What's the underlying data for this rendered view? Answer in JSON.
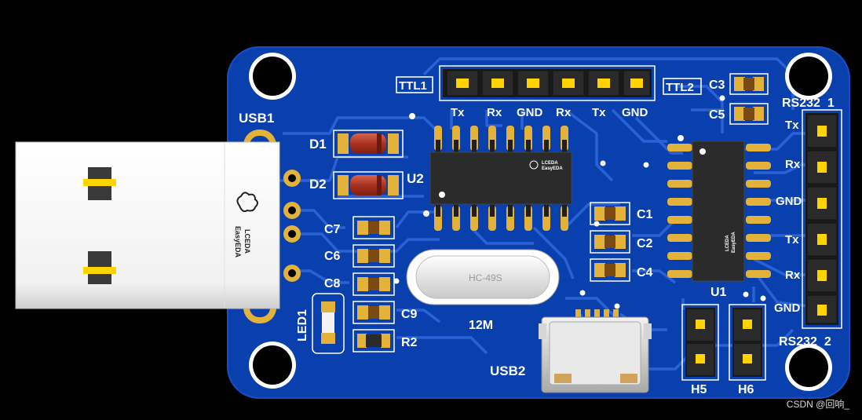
{
  "board": {
    "headers": {
      "ttl1": "TTL1",
      "ttl2": "TTL2",
      "ttl_pins": [
        "Tx",
        "Rx",
        "GND",
        "Rx",
        "Tx",
        "GND"
      ],
      "rs232_1": "RS232  1",
      "rs232_2": "RS232  2",
      "rs232_pins": [
        "Tx",
        "Rx",
        "GND",
        "Tx",
        "Rx",
        "GND"
      ]
    },
    "designators": {
      "usb1": "USB1",
      "usb2": "USB2",
      "d1": "D1",
      "d2": "D2",
      "u1": "U1",
      "u2": "U2",
      "c1": "C1",
      "c2": "C2",
      "c3": "C3",
      "c4": "C4",
      "c5": "C5",
      "c6": "C6",
      "c7": "C7",
      "c8": "C8",
      "c9": "C9",
      "r2": "R2",
      "led1": "LED1",
      "h5": "H5",
      "h6": "H6",
      "crystal_freq": "12M",
      "crystal_model": "HC-49S"
    },
    "logo": {
      "line1": "LCEDA",
      "line2": "EasyEDA"
    }
  },
  "watermark": "CSDN @回响_",
  "colors": {
    "board_blue": "#0a3fae",
    "trace_blue": "#2a62d6",
    "pad_gold": "#e2b23a",
    "silk": "#ffffff"
  }
}
